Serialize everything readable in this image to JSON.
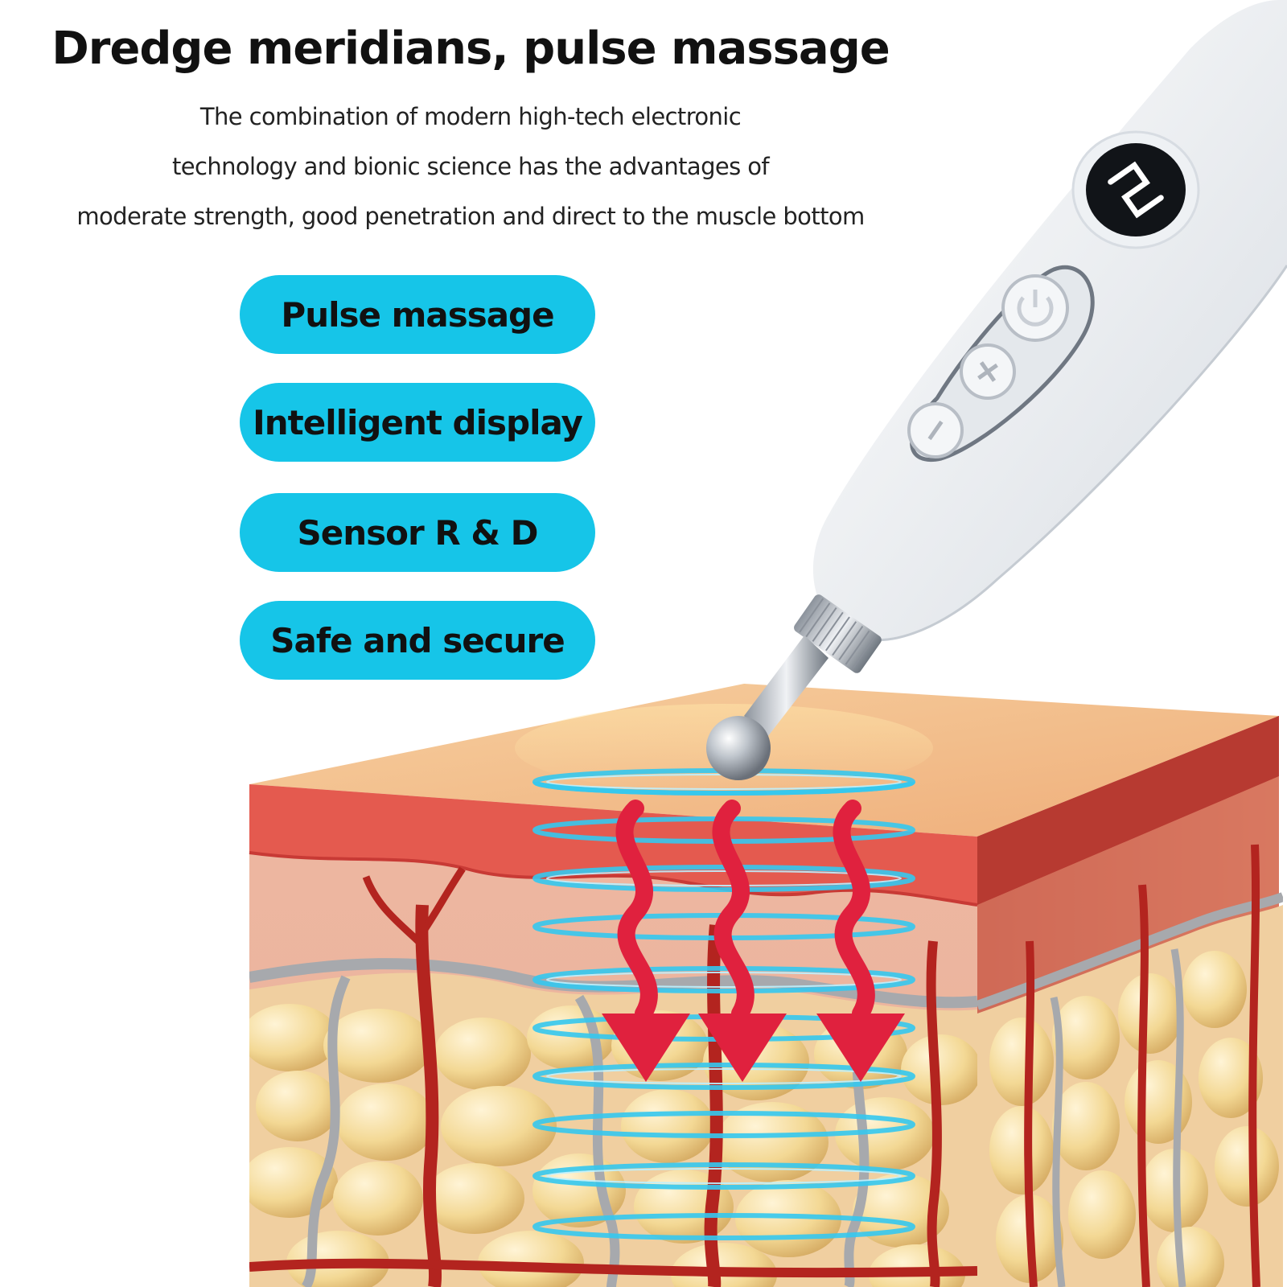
{
  "header": {
    "title": "Dredge meridians, pulse massage",
    "description_lines": [
      "The combination of modern high-tech electronic",
      "technology and bionic science has the advantages of",
      "moderate strength, good penetration and direct to the muscle bottom"
    ]
  },
  "features": [
    {
      "label": "Pulse massage"
    },
    {
      "label": "Intelligent display"
    },
    {
      "label": "Sensor R & D"
    },
    {
      "label": "Safe and secure"
    }
  ],
  "device": {
    "display_icon": "display-number-icon",
    "buttons": [
      {
        "icon": "power-icon"
      },
      {
        "icon": "plus-icon"
      },
      {
        "icon": "minus-icon"
      }
    ]
  },
  "colors": {
    "pill": "#16c5e8",
    "pulse_rings": "#35c8ef",
    "arrows": "#e0213e",
    "skin_top": "#f2c08d",
    "epidermis": "#e45a4f",
    "dermis": "#ebb09a",
    "fat": "#f1d28f"
  }
}
